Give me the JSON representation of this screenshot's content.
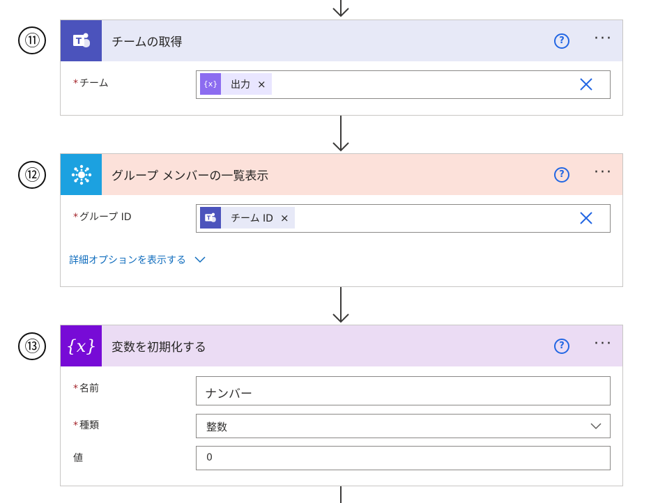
{
  "steps": [
    {
      "number": "⑪",
      "title": "チームの取得",
      "help": "?",
      "more": "···",
      "fields": [
        {
          "label": "チーム",
          "required": "*",
          "token": "出力",
          "token_close": "×"
        }
      ]
    },
    {
      "number": "⑫",
      "title": "グループ メンバーの一覧表示",
      "help": "?",
      "more": "···",
      "fields": [
        {
          "label": "グループ ID",
          "required": "*",
          "token": "チーム ID",
          "token_close": "×"
        }
      ],
      "advanced": "詳細オプションを表示する"
    },
    {
      "number": "⑬",
      "title": "変数を初期化する",
      "help": "?",
      "more": "···",
      "icon_text": "{x}",
      "fields": [
        {
          "label": "名前",
          "required": "*",
          "value": "ナンバー"
        },
        {
          "label": "種類",
          "required": "*",
          "value": "整数"
        },
        {
          "label": "値",
          "required": "",
          "value": "0"
        }
      ]
    }
  ],
  "colors": {
    "teams_header": "#e7e9f7",
    "teams_icon": "#4b53bc",
    "azuread_header": "#fce1da",
    "azuread_icon": "#1ca1e0",
    "variable_header": "#ebdcf4",
    "variable_icon": "#770bd6",
    "expression_token": "#e9e6ff",
    "teams_token": "#e7e9f7",
    "link": "#0f6cbd"
  }
}
